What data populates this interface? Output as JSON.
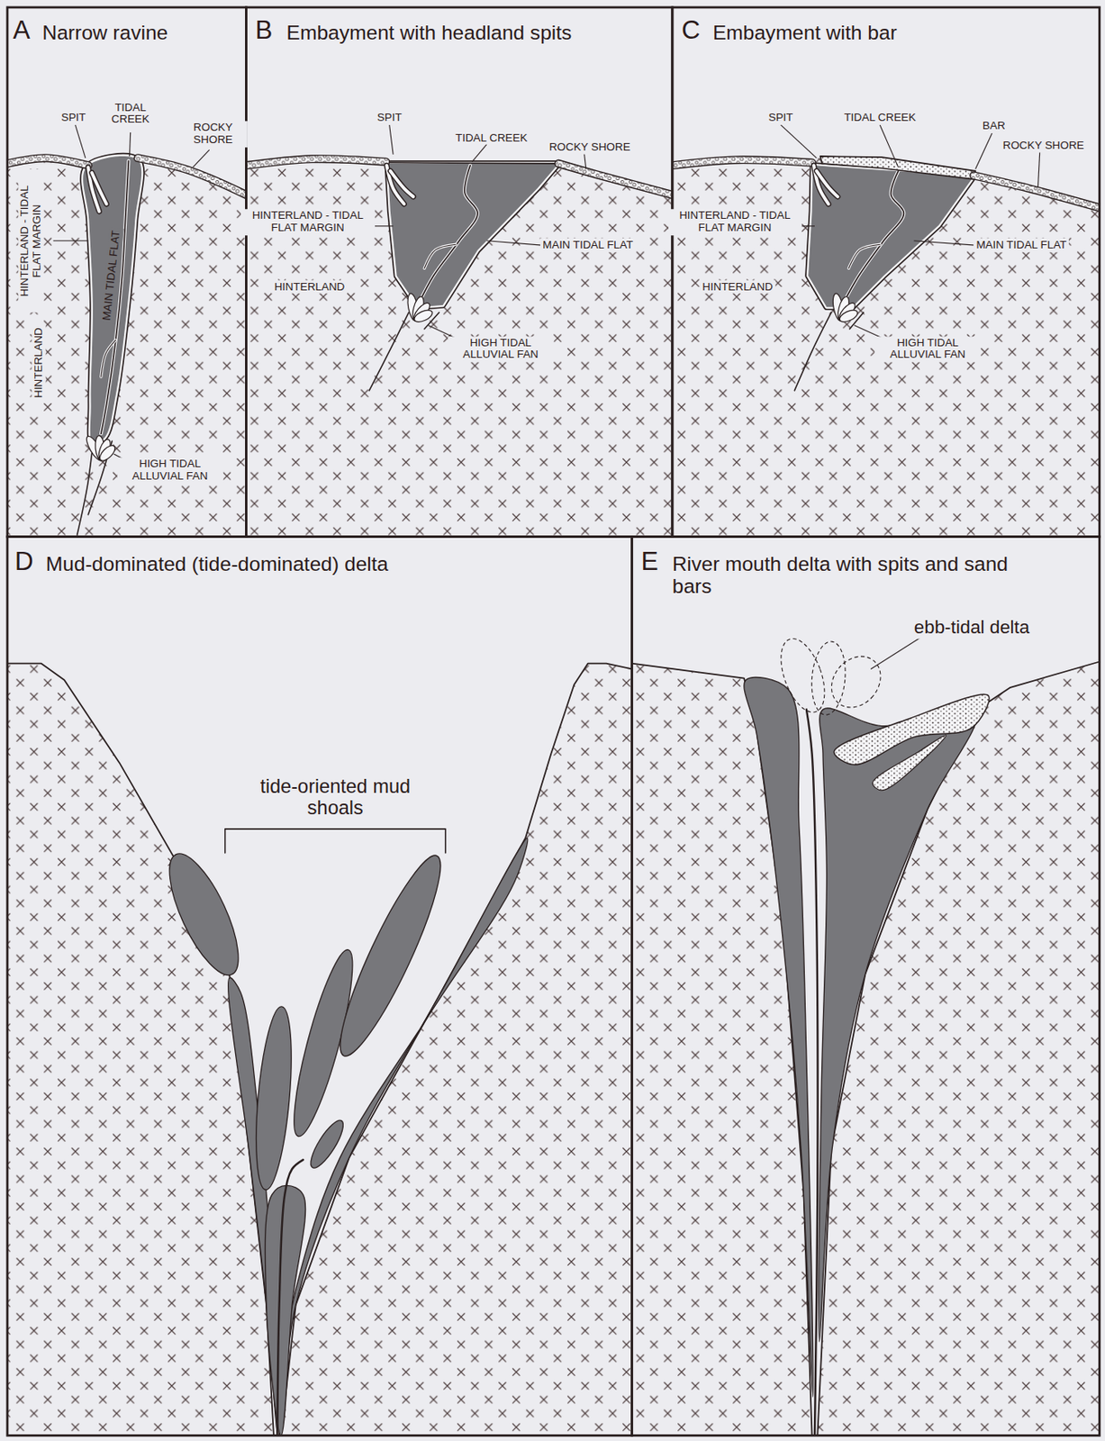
{
  "diagram": {
    "labels": [
      "A",
      "Narrow ravine",
      "SPIT",
      "TIDAL CREEK",
      "ROCKY SHORE",
      "HINTERLAND - TIDAL FLAT MARGIN",
      "MAIN TIDAL FLAT",
      "HINTERLAND",
      "HIGH TIDAL ALLUVIAL FAN",
      "B",
      "Embayment with headland spits",
      "SPIT",
      "TIDAL CREEK",
      "ROCKY SHORE",
      "HINTERLAND - TIDAL FLAT MARGIN",
      "MAIN TIDAL FLAT",
      "HINTERLAND",
      "HIGH TIDAL ALLUVIAL FAN",
      "C",
      "Embayment with bar",
      "SPIT",
      "TIDAL CREEK",
      "BAR",
      "ROCKY SHORE",
      "HINTERLAND - TIDAL FLAT MARGIN",
      "MAIN TIDAL FLAT",
      "HINTERLAND",
      "HIGH TIDAL ALLUVIAL FAN",
      "D",
      "Mud-dominated (tide-dominated) delta",
      "tide-oriented mud shoals",
      "E",
      "River mouth delta with spits and sand bars",
      "ebb-tidal delta"
    ]
  }
}
